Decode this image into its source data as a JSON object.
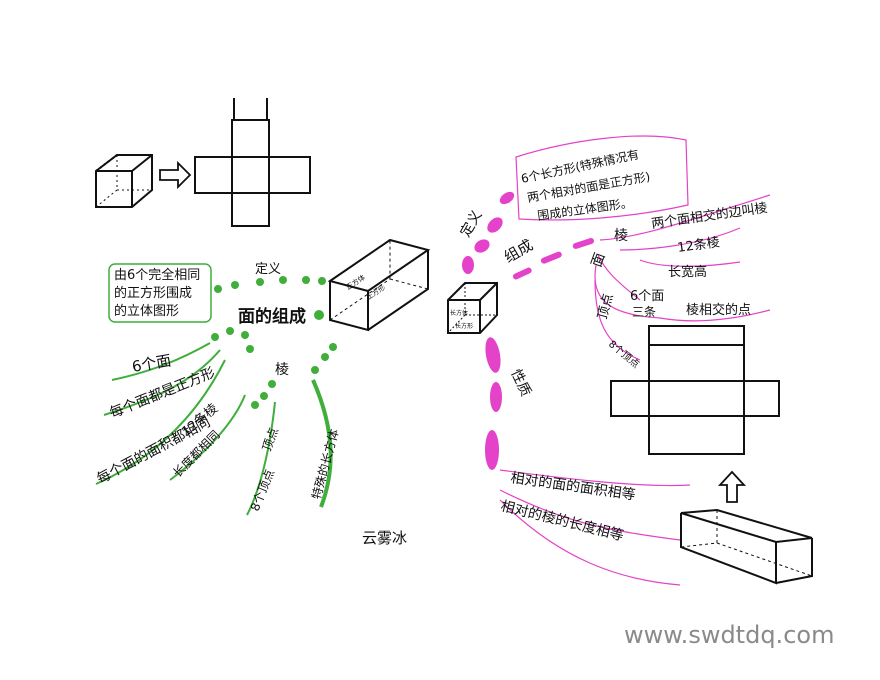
{
  "cube": {
    "definition_label": "定义",
    "definition_text": [
      "由6个完全相同",
      "的正方形围成",
      "的立体图形"
    ],
    "components_label": "面的组成",
    "face": {
      "count": "6个面",
      "shape": "每个面都是正方形",
      "area": "每个面的面积都相同"
    },
    "edge": {
      "label": "棱",
      "count": "12条棱",
      "length": "长度都相同"
    },
    "vertex": {
      "label": "顶点",
      "count": "8个顶点"
    },
    "special": "特殊的长方体",
    "box_face_labels": [
      "正方体",
      "正方形"
    ]
  },
  "cuboid": {
    "definition_label": "定义",
    "definition_text": [
      "6个长方形(特殊情况有",
      "两个相对的面是正方形)",
      "围成的立体图形。"
    ],
    "components_label": "组成",
    "edge": {
      "label": "棱",
      "meaning": "两个面相交的边叫棱",
      "count": "12条棱",
      "dims": "长宽高"
    },
    "face": {
      "label": "面",
      "count": "6个面"
    },
    "vertex": {
      "label": "顶点",
      "three": "三条",
      "meaning": "棱相交的点",
      "count": "8个顶点"
    },
    "property_label": "性质",
    "properties": [
      "相对的面的面积相等",
      "相对的棱的长度相等"
    ],
    "box_face_labels": [
      "长方体",
      "长方形"
    ]
  },
  "signature": "云雾冰",
  "watermark": "www.swdtdq.com",
  "colors": {
    "ink": "#111111",
    "green": "#3fae3a",
    "magenta": "#e442c8",
    "watermark": "#8a8a8a"
  }
}
